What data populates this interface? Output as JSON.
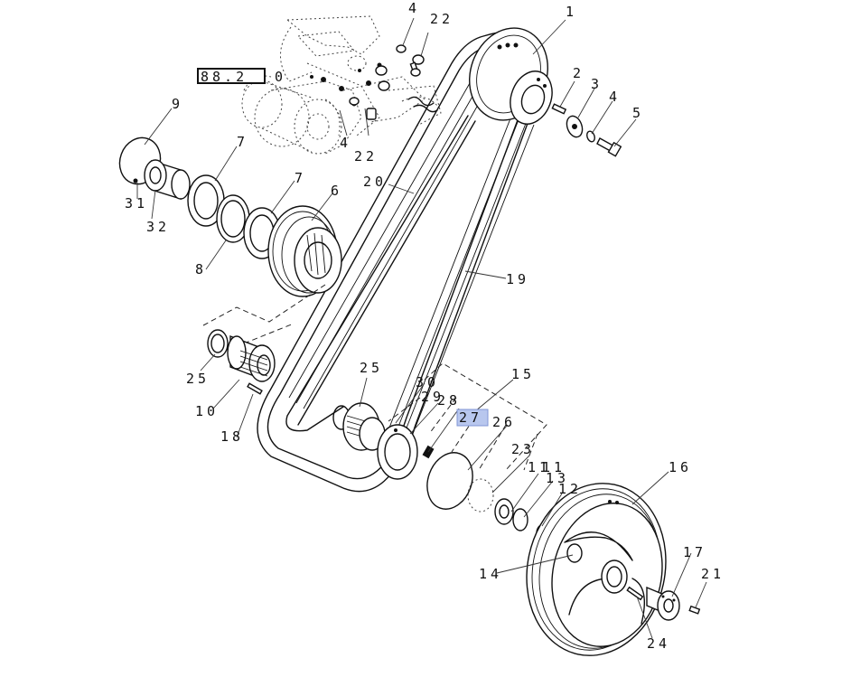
{
  "reference_box": "88.2",
  "reference_suffix": "0",
  "highlight": "27",
  "callouts": {
    "c1": "1",
    "c2": "2",
    "c3": "3",
    "c4a": "4",
    "c4b": "4",
    "c4c": "4",
    "c5": "5",
    "c6": "6",
    "c7a": "7",
    "c7b": "7",
    "c8": "8",
    "c9": "9",
    "c10": "10",
    "c11a": "11",
    "c11b": "11",
    "c12": "12",
    "c13": "13",
    "c14": "14",
    "c15": "15",
    "c16": "16",
    "c17": "17",
    "c18": "18",
    "c19": "19",
    "c20": "20",
    "c21": "21",
    "c22a": "22",
    "c22b": "22",
    "c23": "23",
    "c24": "24",
    "c25a": "25",
    "c25b": "25",
    "c26": "26",
    "c27": "27",
    "c28": "28",
    "c29": "29",
    "c30": "30",
    "c31": "31",
    "c32": "32"
  }
}
